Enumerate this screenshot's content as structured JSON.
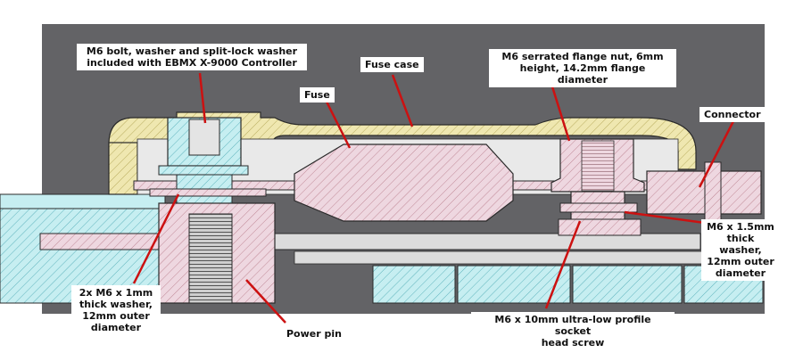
{
  "colors": {
    "background_dark": "#636366",
    "housing_yellow": "#efe7b0",
    "housing_yellow_hatch": "#b8ac5e",
    "pink": "#eed7e0",
    "pink_hatch": "#c08896",
    "cyan": "#c6eef1",
    "cyan_hatch": "#5fb4bd",
    "light_grey": "#dcdcdc",
    "leader_red": "#cc1111",
    "outline": "#2a2a2a"
  },
  "labels": {
    "bolt": "M6 bolt, washer and split-lock washer\nincluded with EBMX X-9000 Controller",
    "fuse_case": "Fuse case",
    "fuse": "Fuse",
    "flange_nut": "M6 serrated flange nut, 6mm\nheight, 14.2mm flange diameter",
    "connector": "Connector",
    "washer_15": "M6 x 1.5mm\nthick washer,\n12mm outer\ndiameter",
    "washer_1": "2x M6 x 1mm\nthick washer,\n12mm outer\ndiameter",
    "power_pin": "Power pin",
    "socket_screw": "M6 x 10mm ultra-low profile socket\nhead screw"
  }
}
